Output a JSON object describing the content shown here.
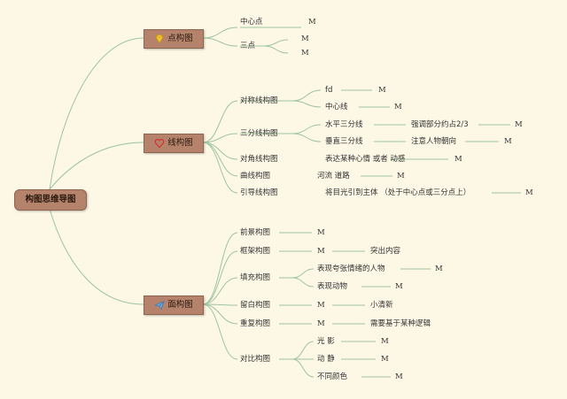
{
  "colors": {
    "background": "#fdf8e6",
    "node_fill": "#b5836b",
    "line": "#9ec49e",
    "text": "#333333"
  },
  "root": {
    "label": "构图思维导图"
  },
  "branches": {
    "point": {
      "label": "点构图",
      "icon": "diamond-icon"
    },
    "line": {
      "label": "线构图",
      "icon": "heart-icon"
    },
    "plane": {
      "label": "面构图",
      "icon": "paper-plane-icon"
    }
  },
  "labels": {
    "center_point": "中心点",
    "three_points": "三点",
    "symmetry": "对称线构图",
    "fd": "fd",
    "center_line": "中心线",
    "thirds_line": "三分线构图",
    "horizontal_thirds": "水平三分线",
    "emphasis": "强调部分约占2/3",
    "vertical_thirds": "垂直三分线",
    "note_facing": "注意人物朝向",
    "diagonal": "对角线构图",
    "diagonal_note": "表达某种心情 或者 动感",
    "curve": "曲线构图",
    "curve_note": "河流 道路",
    "leading": "引导线构图",
    "leading_note": "将目光引到主体 （处于中心点或三分点上）",
    "foreground": "前景构图",
    "frame": "框架构图",
    "frame_note": "突出内容",
    "fill": "填充构图",
    "fill_note1": "表现夸张情绪的人物",
    "fill_note2": "表现动物",
    "whitespace": "留白构图",
    "whitespace_note": "小清新",
    "repeat": "重复构图",
    "repeat_note": "需要基于某种逻辑",
    "contrast": "对比构图",
    "light_shadow": "光 影",
    "motion_still": "动 静",
    "diff_color": "不同颜色",
    "m": "M"
  }
}
